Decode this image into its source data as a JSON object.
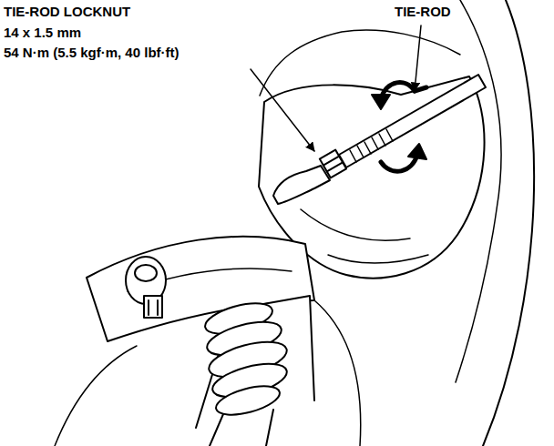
{
  "diagram": {
    "labels": [
      "TIE-ROD LOCKNUT",
      "14 x 1.5 mm",
      "54 N·m (5.5 kgf·m, 40 lbf·ft)",
      "TIE-ROD"
    ]
  }
}
